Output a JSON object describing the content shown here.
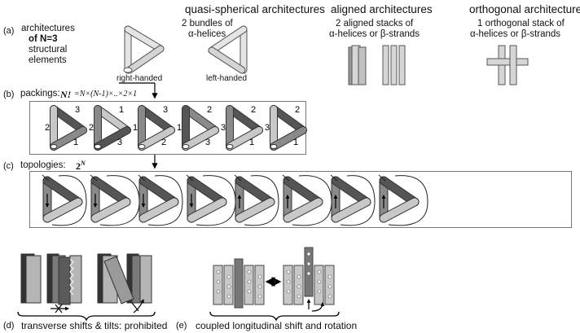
{
  "headers": {
    "quasi": "quasi-spherical architectures",
    "aligned": "aligned architectures",
    "orthogonal": "orthogonal architecture"
  },
  "row_a": {
    "label": "(a)",
    "desc_line1": "architectures",
    "desc_line2": "of N=3",
    "desc_line3": "structural",
    "desc_line4": "elements",
    "quasi_line1": "2 bundles of",
    "quasi_line2": "α-helices",
    "right_handed": "right-handed",
    "left_handed": "left-handed",
    "aligned_line1": "2 aligned stacks of",
    "aligned_line2": "α-helices or β-strands",
    "orth_line1": "1 orthogonal stack of",
    "orth_line2": "α-helices or β-strands"
  },
  "row_b": {
    "label": "(b)",
    "title": "packings:",
    "formula_bold": "N!",
    "formula_rest": "=N×(N-1)×..×2×1",
    "numbers": [
      [
        "3",
        "2",
        "1"
      ],
      [
        "1",
        "2",
        "3"
      ],
      [
        "3",
        "1",
        "2"
      ],
      [
        "2",
        "1",
        "3"
      ],
      [
        "2",
        "3",
        "1"
      ],
      [
        "2",
        "3",
        "1"
      ]
    ]
  },
  "row_c": {
    "label": "(c)",
    "title": "topologies:",
    "formula": "2",
    "formula_sup": "N"
  },
  "row_d": {
    "label": "(d)",
    "caption": "transverse shifts & tilts: prohibited"
  },
  "row_e": {
    "label": "(e)",
    "caption": "coupled longitudinal shift and rotation"
  },
  "colors": {
    "dark": "#555555",
    "mid": "#8a8a8a",
    "light": "#c8c8c8",
    "outline": "#333333"
  }
}
